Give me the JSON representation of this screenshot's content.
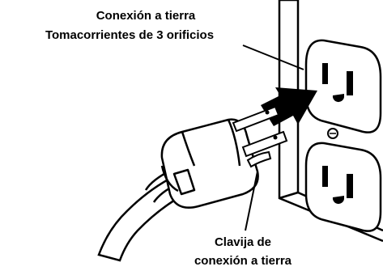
{
  "labels": {
    "top_line1": "Conexión a tierra",
    "top_line2": "Tomacorrientes de 3 orificios",
    "bottom_line1": "Clavija de",
    "bottom_line2": "conexión a tierra"
  }
}
